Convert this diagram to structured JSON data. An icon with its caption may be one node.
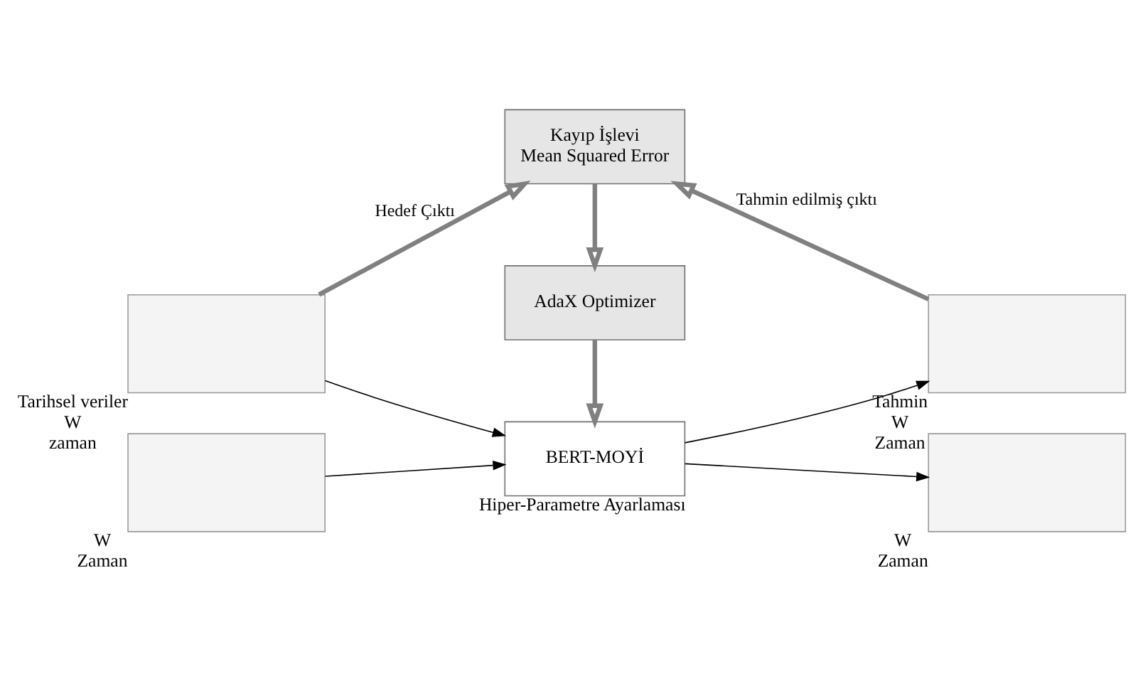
{
  "diagram": {
    "nodes": [
      {
        "text": [
          "Kayıp İşlevi",
          "Mean Squared Error"
        ]
      },
      {
        "text": [
          "AdaX Optimizer"
        ]
      },
      {
        "text": [
          "BERT-MOYİ"
        ],
        "beside": [
          "Hiper-Parametre Ayarlaması"
        ]
      },
      {
        "text": [],
        "shape": "box",
        "beside": [
          "Tarihsel veriler",
          "W",
          "zaman"
        ]
      },
      {
        "text": [],
        "shape": "box",
        "beside": [
          "W",
          "Zaman"
        ]
      },
      {
        "text": [],
        "shape": "box",
        "beside": [
          "Tahmin",
          "W",
          "Zaman"
        ]
      },
      {
        "text": [],
        "shape": "box",
        "beside": [
          "W",
          "Zaman"
        ]
      }
    ],
    "edges": [
      {
        "from": 3,
        "to": 0,
        "arrow": "to",
        "label": "Hedef Çıktı",
        "style": "thick",
        "color": "#808080"
      },
      {
        "from": 5,
        "to": 0,
        "arrow": "to",
        "label": "Tahmin edilmiş çıktı",
        "style": "thick",
        "color": "#808080"
      },
      {
        "from": 0,
        "to": 1,
        "arrow": "to",
        "style": "thick",
        "color": "#808080"
      },
      {
        "from": 1,
        "to": 2,
        "arrow": "to",
        "style": "thick",
        "color": "#808080"
      },
      {
        "from": 3,
        "to": 2,
        "arrow": "to",
        "color": "#000000"
      },
      {
        "from": 4,
        "to": 2,
        "arrow": "to",
        "color": "#000000"
      },
      {
        "from": 2,
        "to": 5,
        "arrow": "to",
        "color": "#000000"
      },
      {
        "from": 2,
        "to": 6,
        "arrow": "to",
        "color": "#000000"
      }
    ]
  }
}
